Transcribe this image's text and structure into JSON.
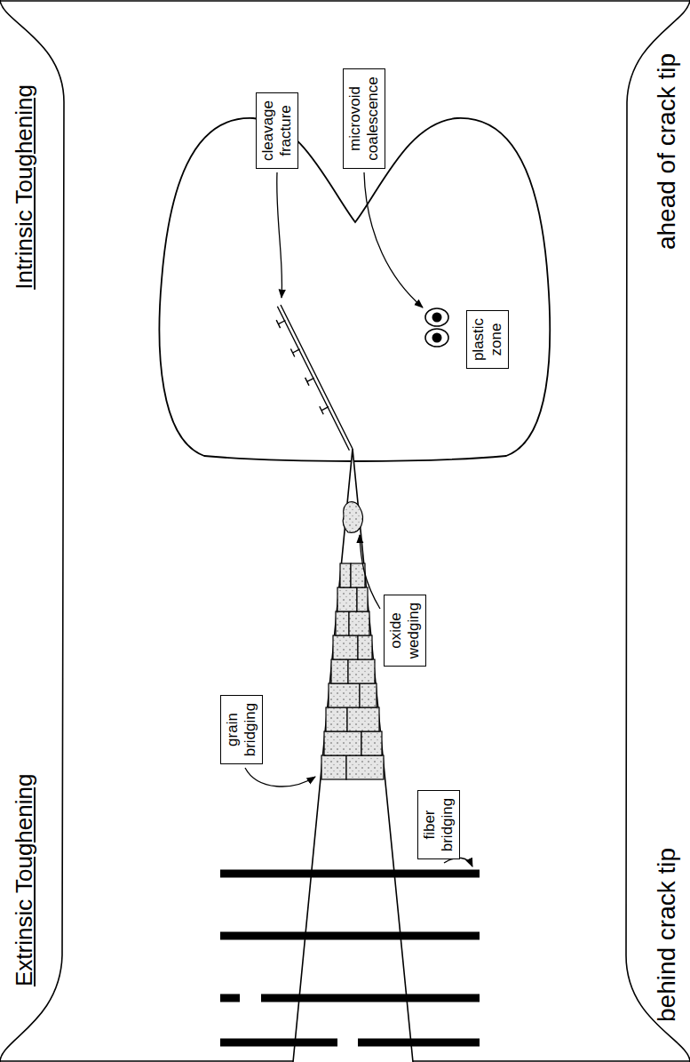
{
  "diagram": {
    "nodes": [
      {
        "text": [
          "grain bridging"
        ]
      },
      {
        "text": [
          "fiber bridging"
        ]
      },
      {
        "text": [
          "oxide wedging"
        ]
      },
      {
        "text": [
          "cleavage fracture"
        ]
      },
      {
        "text": [
          "microvoid coalescence"
        ]
      },
      {
        "text": [
          "plastic zone"
        ]
      }
    ],
    "labels": [
      "Extrinsic Toughening",
      "Intrinsic Toughening",
      "behind crack tip",
      "ahead of crack tip"
    ]
  }
}
